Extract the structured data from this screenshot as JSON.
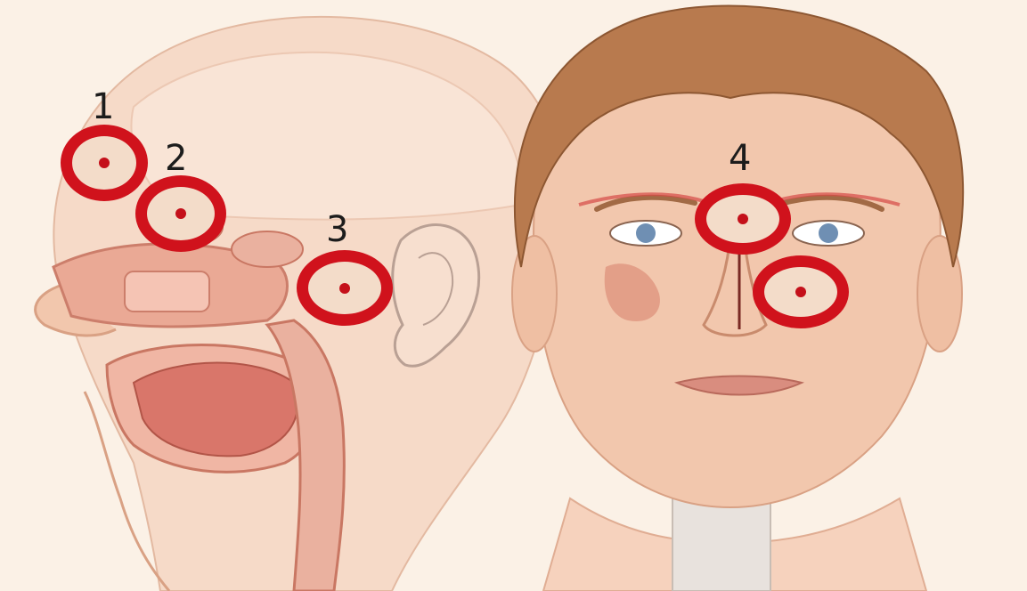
{
  "figure": {
    "description_labels": [
      "1",
      "2",
      "3",
      "4"
    ],
    "accent_color": "#d0121c",
    "skin_color": "#f2c7ad",
    "icons": [
      "frontal-sinus-target",
      "ethmoid-sinus-target",
      "sphenoid-sinus-target",
      "forehead-sinus-target",
      "maxillary-sinus-target"
    ]
  },
  "labels": {
    "one": "1",
    "two": "2",
    "three": "3",
    "four": "4"
  }
}
